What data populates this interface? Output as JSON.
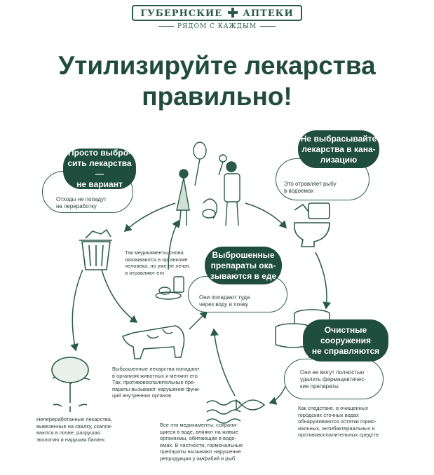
{
  "logo": {
    "left": "ГУБЕРНСКИЕ",
    "right": "АПТЕКИ",
    "tagline": "РЯДОМ С КАЖДЫМ"
  },
  "title": {
    "line1": "Утилизируйте лекарства",
    "line2": "правильно!"
  },
  "bubbles": {
    "throw_away": {
      "label_line1": "Просто выбро-",
      "label_line2": "сить лекарства —",
      "label_line3": "не вариант",
      "note_line1": "Отходы не попадут",
      "note_line2": "на переработку"
    },
    "sewer": {
      "label_line1": "Не выбрасывайте",
      "label_line2": "лекарства в кана-",
      "label_line3": "лизацию",
      "note_line1": "Это отравляет рыбу",
      "note_line2": "в водоемах"
    },
    "water": {
      "label_line1": "Выброшенные",
      "label_line2": "препараты ока-",
      "label_line3": "зываются в еде",
      "note_line1": "Они попадают туда",
      "note_line2": "через воду и почву"
    },
    "treatment": {
      "label_line1": "Очистные",
      "label_line2": "сооружения",
      "label_line3": "не справляются",
      "note_line1": "Они не могут полностью",
      "note_line2": "удалить фармацевтичес-",
      "note_line3": "кие препараты"
    }
  },
  "captions": {
    "human_poison": [
      "Так медикаменты снова",
      "оказываются в организме",
      "человека, но уже не лечат,",
      "а отравляют его"
    ],
    "animals": [
      "Выброшенные лекарства попадают",
      "в организм животных и меняют его.",
      "Так, противовоспалительные пре-",
      "параты вызывают нарушение функ-",
      "ций внутренних органов"
    ],
    "soil": [
      "Непереработанные лекарства,",
      "вывезенные на свалку, скапли-",
      "ваются в почве, разрушая",
      "экологию и нарушая баланс"
    ],
    "organisms": [
      "Все эти медикаменты, сохраня-",
      "щиеся в воде, влияют на живые",
      "организмы, обитающие в водо-",
      "емах. В частности, гормональные",
      "препараты вызывают нарушение",
      "репродукции у амфибий и рыб"
    ],
    "consequence": [
      "Как следствие, в очищенных",
      "городских сточных водах",
      "обнаруживаются остатки гормо-",
      "нальных, антибактериальных и",
      "противовоспалительных средств"
    ]
  },
  "colors": {
    "primary": "#1f4d3e",
    "line": "#2a5a48"
  }
}
